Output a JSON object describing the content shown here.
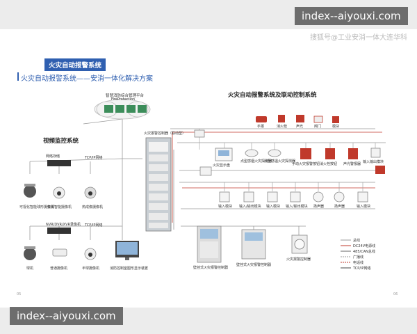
{
  "watermark": "index--aiyouxi.com",
  "credit": "搜狐号@工业安消一体大连华科",
  "badge": "火灾自动报警系统",
  "subtitle": "火灾自动报警系统——安消一体化解决方案",
  "platform": {
    "title": "智慧消防综合管理平台",
    "subtitle": "FireProtection"
  },
  "video_title": "视频监控系统",
  "fire_title": "火灾自动报警系统及联动控制系统",
  "net_labels": {
    "tcp": "TCP/IP网络",
    "nvr": "NVR/DVR/XVR录像机"
  },
  "video_devices": {
    "storage": "网络存储",
    "ptz": "可视化智能球形摄像机",
    "dome": "安消智能摄像机",
    "bullet": "热成像摄像机"
  },
  "video_row2": {
    "ptz": "球机",
    "dome": "普通摄像机",
    "bullet": "半球摄像机",
    "monitor": "消防控制室图形显示装置"
  },
  "cabinet": "火灾报警控制器（联动型）",
  "top_devices": [
    "手报",
    "消火栓",
    "声光",
    "阀门",
    "模块"
  ],
  "detectors": [
    "火灾显示盘",
    "点型感烟火灾探测器",
    "点型感温火灾探测器",
    "手动火灾报警按钮",
    "消火栓按钮",
    "声光警报器",
    "输入输出模块"
  ],
  "modules": [
    "输入模块",
    "输入/输出模块",
    "输入模块",
    "输入/输出模块",
    "扬声器",
    "扬声器",
    "输入模块"
  ],
  "bottom_devices": [
    "壁挂式火灾报警控制器",
    "壁挂式火灾报警控制器",
    "火灾报警控制器"
  ],
  "legend": [
    "总线",
    "DC24V电源线",
    "485/CAN总线",
    "广播线",
    "电话线",
    "TCP/IP网络"
  ],
  "page_numbers": {
    "left": "05",
    "right": "06"
  },
  "colors": {
    "badge_bg": "#2f5fb0",
    "subtitle": "#2f5fb0",
    "wire_gray": "#999999",
    "wire_red": "#c0392b"
  }
}
